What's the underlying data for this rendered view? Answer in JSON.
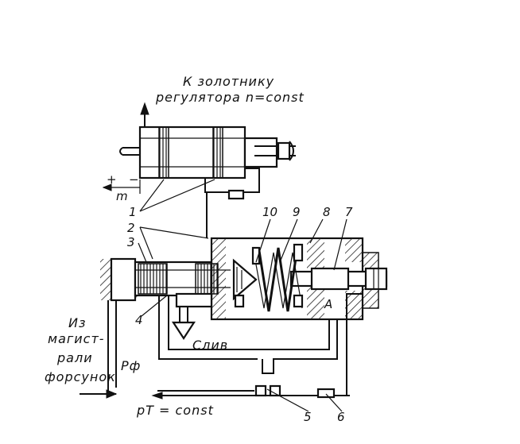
{
  "labels": {
    "top_caption_line1": "К золотнику",
    "top_caption_line2": "регулятора n=const",
    "plus": "+",
    "minus": "−",
    "m": "m",
    "n1": "1",
    "n2": "2",
    "n3": "3",
    "n4": "4",
    "n5": "5",
    "n6": "6",
    "n7": "7",
    "n8": "8",
    "n9": "9",
    "n10": "10",
    "A": "A",
    "drain": "Слив",
    "from_line1": "Из",
    "from_line2": "магист-",
    "from_line3": "рали",
    "from_line4": "форсунок",
    "p_phi": "Рф",
    "p_t": "pT = const"
  },
  "colors": {
    "ink": "#111111",
    "paper": "#ffffff",
    "hatch": "#222222"
  }
}
